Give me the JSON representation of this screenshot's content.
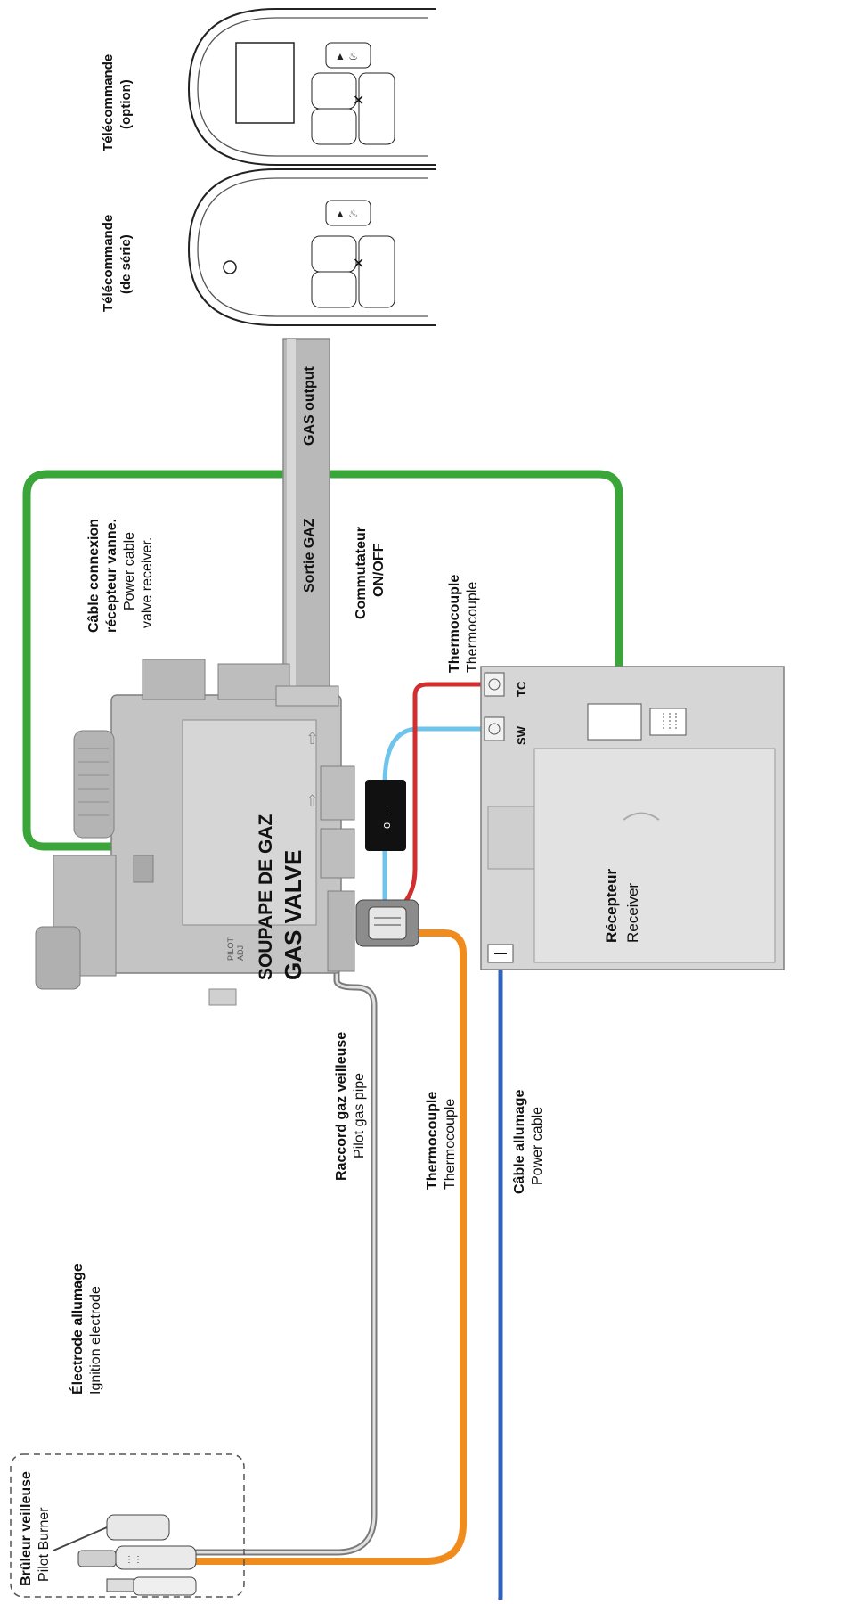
{
  "colors": {
    "power_cable_valve": "#3aa63a",
    "thermocouple_red": "#d12f2f",
    "switch_wire": "#6ec4ea",
    "thermocouple_orange": "#f08c1e",
    "power_cable_blue": "#2d62c4",
    "pilot_pipe": "#7a7a7a",
    "gas_output_pipe": "#b9b9b9",
    "valve_body": "#c4c4c4",
    "receiver_body": "#d6d6d6"
  },
  "labels": {
    "remote_standard_1": "Télécommande",
    "remote_standard_2": "(de série)",
    "remote_option_1": "Télécommande",
    "remote_option_2": "(option)",
    "gas_output": "GAS output",
    "sortie_gaz": "Sortie GAZ",
    "cable_connexion_1": "Câble connexion",
    "cable_connexion_2": "récepteur vanne.",
    "cable_connexion_3": "Power cable",
    "cable_connexion_4": "valve receiver.",
    "commutateur_1": "Commutateur",
    "commutateur_2": "ON/OFF",
    "thermocouple_top_fr": "Thermocouple",
    "thermocouple_top_en": "Thermocouple",
    "sw": "SW",
    "tc": "TC",
    "soupape": "SOUPAPE DE GAZ",
    "gas_valve": "GAS VALVE",
    "pilot_marking_1": "PILOT",
    "pilot_marking_2": "ADJ",
    "recepteur": "Récepteur",
    "receiver": "Receiver",
    "raccord_fr": "Raccord gaz veilleuse",
    "raccord_en": "Pilot gas pipe",
    "thermocouple_bottom_fr": "Thermocouple",
    "thermocouple_bottom_en": "Thermocouple",
    "cable_allumage_fr": "Câble allumage",
    "cable_allumage_en": "Power cable",
    "electrode_fr": "Électrode allumage",
    "electrode_en": "Ignition electrode",
    "bruleur_fr": "Brûleur veilleuse",
    "bruleur_en": "Pilot Burner",
    "switch_symbol": "o  —"
  },
  "icons": [
    "flame-icon",
    "flame-small-icon",
    "fan-x-icon",
    "power-switch-icon"
  ]
}
